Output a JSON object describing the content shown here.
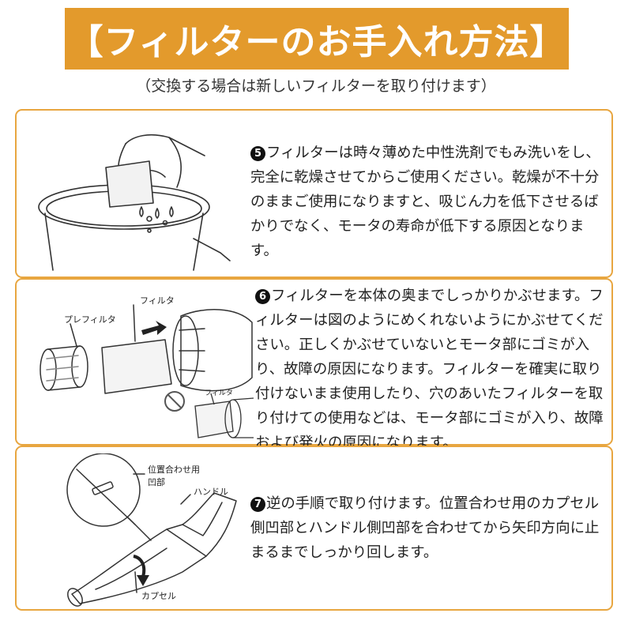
{
  "title": "【フィルターのお手入れ方法】",
  "subtitle": "（交換する場合は新しいフィルターを取り付けます）",
  "steps": [
    {
      "number": "5",
      "text": "フィルターは時々薄めた中性洗剤でもみ洗いをし、完全に乾燥させてからご使用ください。乾燥が不十分のままご使用になりますと、吸じん力を低下させるばかりでなく、モータの寿命が低下する原因となります。"
    },
    {
      "number": "6",
      "text": "フィルターを本体の奥までしっかりかぶせます。フィルターは図のようにめくれないようにかぶせてください。正しくかぶせていないとモータ部にゴミが入り、故障の原因になります。フィルターを確実に取り付けないまま使用したり、穴のあいたフィルターを取り付けての使用などは、モータ部にゴミが入り、故障および発火の原因になります。",
      "labels": {
        "filter": "フィルタ",
        "prefilter": "プレフィルタ",
        "filter_small": "フィルタ"
      }
    },
    {
      "number": "7",
      "text": "逆の手順で取り付けます。位置合わせ用のカプセル側凹部とハンドル側凹部を合わせてから矢印方向に止まるまでしっかり回します。",
      "labels": {
        "alignment_line1": "位置合わせ用",
        "alignment_line2": "凹部",
        "handle": "ハンドル",
        "capsule": "カプセル"
      }
    }
  ],
  "colors": {
    "accent": "#e39a2c",
    "border": "#e8a640"
  }
}
